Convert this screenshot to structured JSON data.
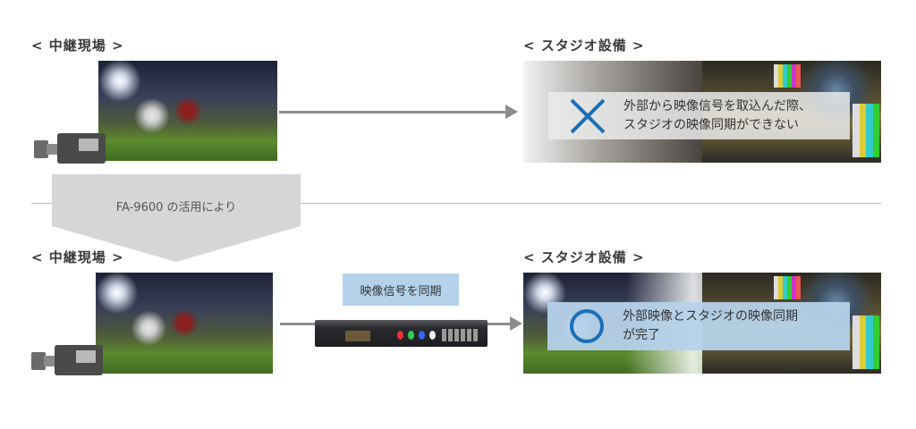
{
  "top": {
    "site_title": "< 中継現場 >",
    "studio_title": "< スタジオ設備 >",
    "message_line1": "外部から映像信号を取込んだ際、",
    "message_line2": "スタジオの映像同期ができない",
    "result_icon": "cross-icon"
  },
  "transition_label": "FA-9600 の活用により",
  "bottom": {
    "site_title": "< 中継現場 >",
    "studio_title": "< スタジオ設備 >",
    "sync_label": "映像信号を同期",
    "message_line1": "外部映像とスタジオの映像同期",
    "message_line2": "が完了",
    "result_icon": "circle-icon"
  },
  "colors": {
    "accent_blue": "#1a6fb8",
    "label_bg": "#b5d2ea",
    "arrow_gray": "#8c8c8c"
  }
}
